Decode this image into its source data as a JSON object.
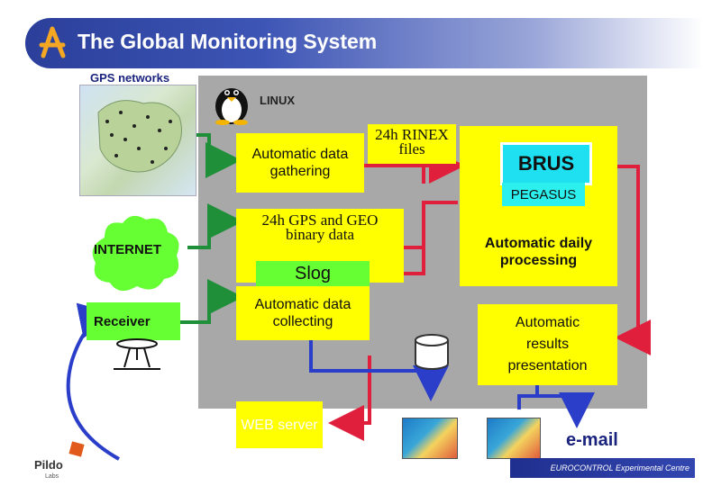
{
  "title": "The Global Monitoring System",
  "gps_networks": "GPS networks",
  "linux": "LINUX",
  "auto_gathering": "Automatic data gathering",
  "rinex": "24h RINEX files",
  "brus": "BRUS",
  "pegasus": "PEGASUS",
  "gps_geo": "24h GPS and GEO binary data",
  "internet": "INTERNET",
  "slog": "Slog",
  "auto_daily": "Automatic daily processing",
  "receiver": "Receiver",
  "auto_collecting": "Automatic data collecting",
  "auto_results": "Automatic results presentation",
  "web_server": "WEB server",
  "email": "e-mail",
  "pildo": "Pildo",
  "pildo_sub": "Labs",
  "eurocontrol": "EUROCONTROL Experimental Centre",
  "colors": {
    "title_bar": "#2b3f9a",
    "panel": "#a8a8a8",
    "box_yellow": "#ffff00",
    "box_green": "#66ff33",
    "arrow_green": "#1f8f3a",
    "arrow_red": "#e01f3d",
    "arrow_blue": "#2a3ec9",
    "brus_cyan": "#1fe0f0"
  }
}
